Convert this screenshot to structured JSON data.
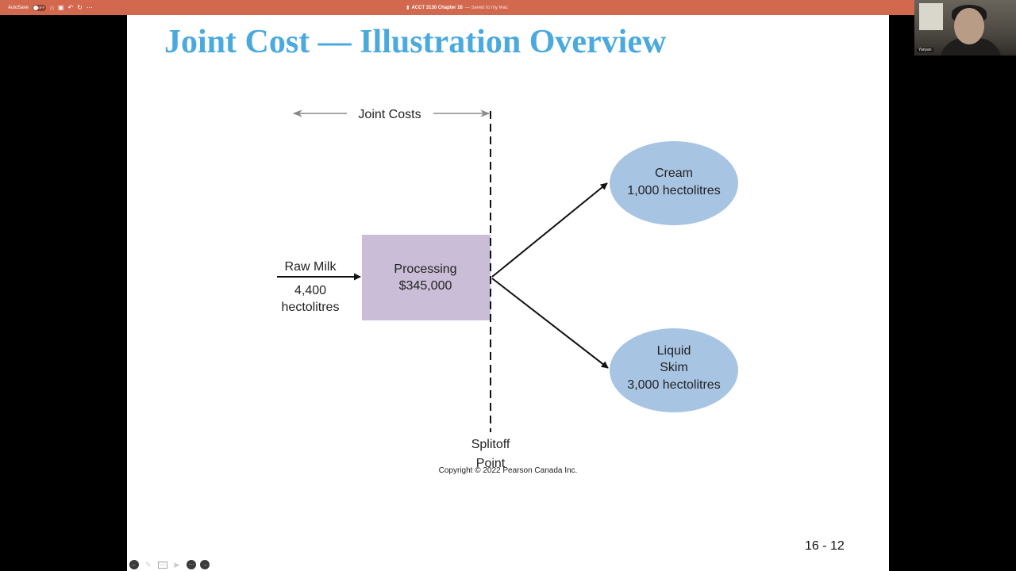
{
  "app": {
    "autosave_label": "AutoSave",
    "autosave_state": "OFF",
    "document_title": "ACCT 3130 Chapter 16",
    "save_status": "— Saved to my Mac"
  },
  "webcam": {
    "participant_name": "Yanyan"
  },
  "slide": {
    "title": "Joint Cost — Illustration Overview",
    "copyright": "Copyright © 2022 Pearson Canada Inc.",
    "number": "16 - 12"
  },
  "diagram": {
    "joint_costs_label": "Joint Costs",
    "input": {
      "line1": "Raw Milk",
      "line2": "4,400",
      "line3": "hectolitres"
    },
    "process": {
      "line1": "Processing",
      "line2": "$345,000"
    },
    "splitoff": {
      "line1": "Splitoff",
      "line2": "Point"
    },
    "product_1": {
      "line1": "Cream",
      "line2": "1,000 hectolitres"
    },
    "product_2": {
      "line1": "Liquid",
      "line2": "Skim",
      "line3": "3,000 hectolitres"
    }
  },
  "colors": {
    "title": "#4aa9df",
    "process_box": "#c9bdd7",
    "product_ellipse": "#a8c4e3",
    "titlebar": "#d2694f"
  }
}
